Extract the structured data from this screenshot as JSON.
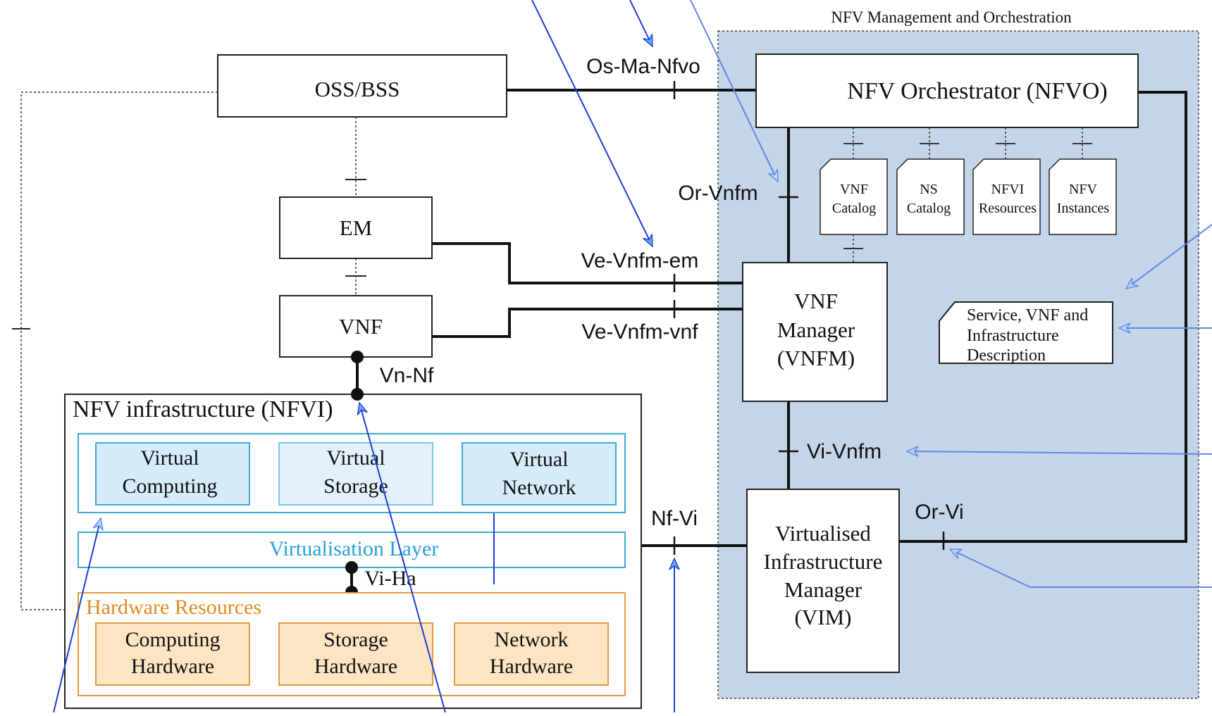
{
  "mano": {
    "title": "NFV Management and Orchestration",
    "nfvo": "NFV Orchestrator (NFVO)",
    "catalogs": [
      {
        "line1": "VNF",
        "line2": "Catalog"
      },
      {
        "line1": "NS",
        "line2": "Catalog"
      },
      {
        "line1": "NFVI",
        "line2": "Resources"
      },
      {
        "line1": "NFV",
        "line2": "Instances"
      }
    ],
    "vnfm": [
      "VNF",
      "Manager",
      "(VNFM)"
    ],
    "vim": [
      "Virtualised",
      "Infrastructure",
      "Manager",
      "(VIM)"
    ],
    "description": [
      "Service, VNF and",
      "Infrastructure",
      "Description"
    ]
  },
  "left": {
    "oss": "OSS/BSS",
    "em": "EM",
    "vnf": "VNF"
  },
  "nfvi": {
    "title": "NFV infrastructure (NFVI)",
    "virtual": [
      {
        "line1": "Virtual",
        "line2": "Computing"
      },
      {
        "line1": "Virtual",
        "line2": "Storage"
      },
      {
        "line1": "Virtual",
        "line2": "Network"
      }
    ],
    "virt_layer": "Virtualisation Layer",
    "hw_title": "Hardware Resources",
    "hardware": [
      {
        "line1": "Computing",
        "line2": "Hardware"
      },
      {
        "line1": "Storage",
        "line2": "Hardware"
      },
      {
        "line1": "Network",
        "line2": "Hardware"
      }
    ]
  },
  "interfaces": {
    "os_ma_nfvo": "Os-Ma-Nfvo",
    "or_vnfm": "Or-Vnfm",
    "ve_vnfm_em": "Ve-Vnfm-em",
    "ve_vnfm_vnf": "Ve-Vnfm-vnf",
    "vn_nf": "Vn-Nf",
    "vi_vnfm": "Vi-Vnfm",
    "nf_vi": "Nf-Vi",
    "or_vi": "Or-Vi",
    "vi_ha": "Vi-Ha"
  },
  "colors": {
    "mano_bg": "#c5d5e8",
    "virtual_fill": "#d6ecfa",
    "virtual_stroke": "#3fa9d6",
    "virt_layer_text": "#2a9fd6",
    "hw_fill": "#fde5c3",
    "hw_stroke": "#e59a3c",
    "hw_text": "#e08a22",
    "arrow_blue": "#1a3fd6",
    "arrow_light": "#5d86e8"
  }
}
